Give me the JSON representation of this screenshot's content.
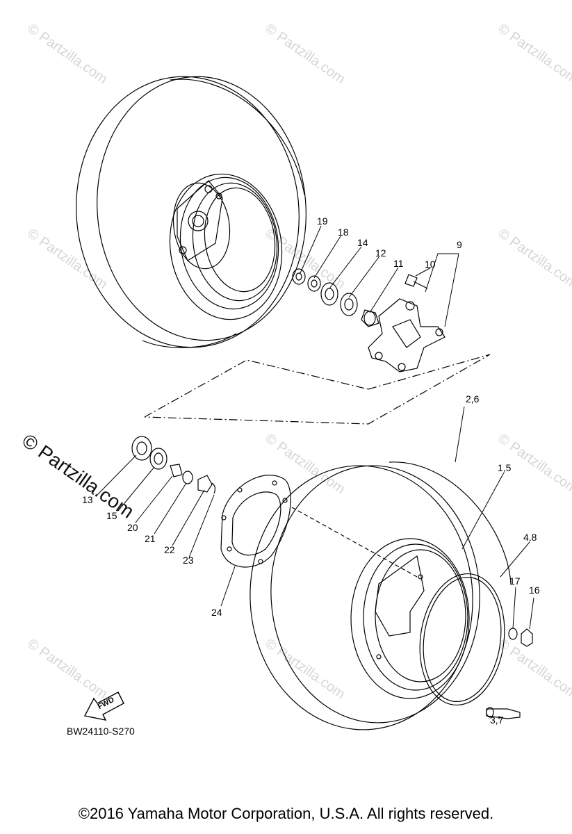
{
  "watermark": "© Partzilla.com",
  "diagram": {
    "callouts": [
      {
        "id": "19",
        "text": "19"
      },
      {
        "id": "18",
        "text": "18"
      },
      {
        "id": "14",
        "text": "14"
      },
      {
        "id": "12",
        "text": "12"
      },
      {
        "id": "11",
        "text": "11"
      },
      {
        "id": "10",
        "text": "10"
      },
      {
        "id": "9",
        "text": "9"
      },
      {
        "id": "2-6",
        "text": "2,6"
      },
      {
        "id": "1-5",
        "text": "1,5"
      },
      {
        "id": "4-8",
        "text": "4,8"
      },
      {
        "id": "17",
        "text": "17"
      },
      {
        "id": "16",
        "text": "16"
      },
      {
        "id": "3-7",
        "text": "3,7"
      },
      {
        "id": "13",
        "text": "13"
      },
      {
        "id": "15",
        "text": "15"
      },
      {
        "id": "20",
        "text": "20"
      },
      {
        "id": "21",
        "text": "21"
      },
      {
        "id": "22",
        "text": "22"
      },
      {
        "id": "23",
        "text": "23"
      },
      {
        "id": "24",
        "text": "24"
      }
    ],
    "fwd_label": "FWD",
    "drawing_code": "BW24110-S270"
  },
  "footer": {
    "copyright": "©2016  Yamaha Motor Corporation, U.S.A. All rights reserved."
  }
}
